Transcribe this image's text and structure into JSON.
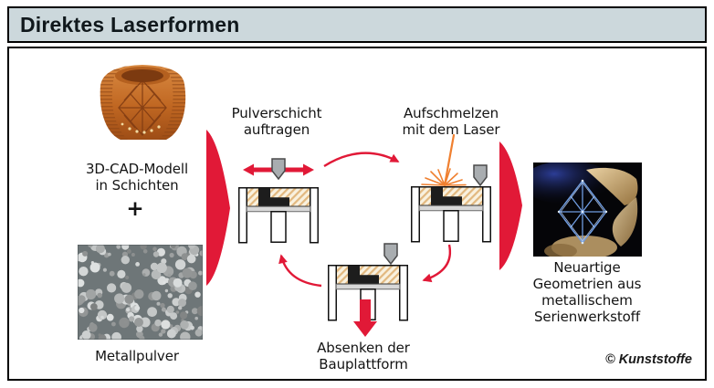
{
  "header": {
    "title": "Direktes Laserformen"
  },
  "left_column": {
    "cad_caption": "3D-CAD-Modell\nin Schichten",
    "plus_sign": "+",
    "powder_caption": "Metallpulver"
  },
  "process_steps": {
    "apply_powder": "Pulverschicht\nauftragen",
    "laser_melt": "Aufschmelzen\nmit dem Laser",
    "lower_platform": "Absenken der\nBauplattform"
  },
  "right_column": {
    "result_caption": "Neuartige\nGeometrien aus\nmetallischem\nSerienwerkstoff"
  },
  "footer": {
    "credit": "© Kunststoffe"
  },
  "colors": {
    "header_bg": "#ccd8dc",
    "accent_red": "#e11937",
    "laser_orange": "#f08030",
    "hatch_tan": "#e2b87f",
    "nozzle_gray": "#a9adb0"
  },
  "icons": {
    "flow_arrow": "big-red-right-pennant",
    "cycle_arrows": "red-curved-arrows",
    "recoater": "gray-nozzle",
    "laser": "orange-beam-with-sparks",
    "platform_down": "thick-red-down-arrow"
  }
}
